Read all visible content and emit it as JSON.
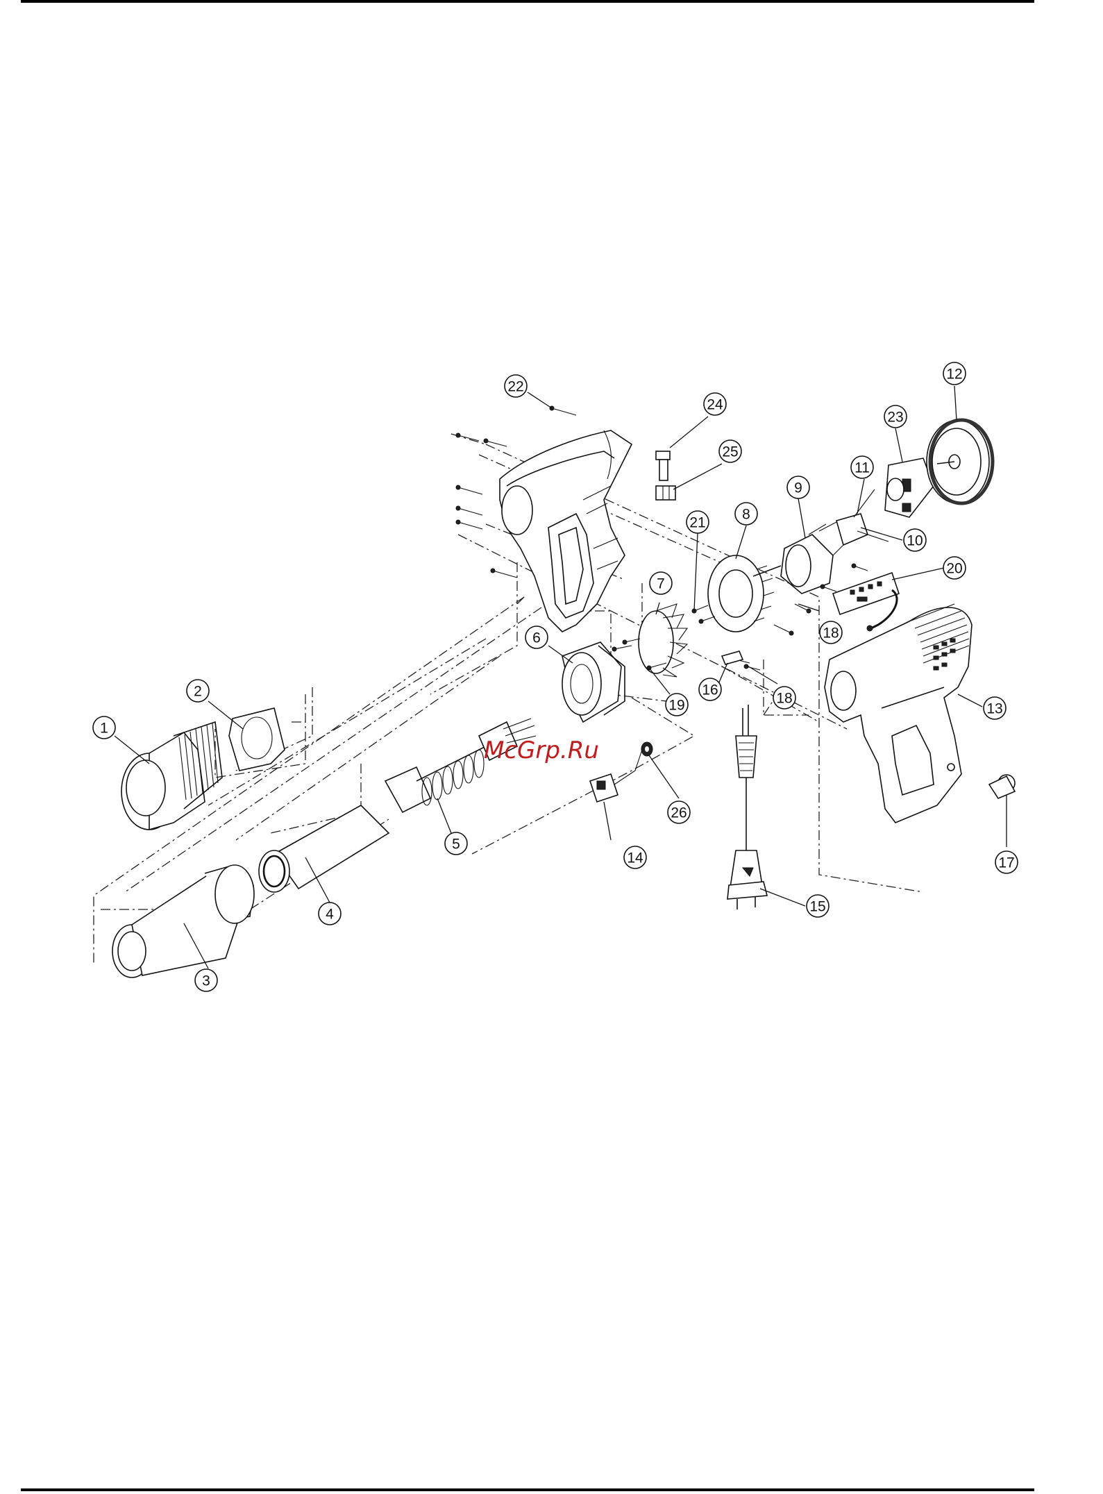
{
  "watermark": "McGrp.Ru",
  "callouts": [
    "1",
    "2",
    "3",
    "4",
    "5",
    "6",
    "7",
    "8",
    "9",
    "10",
    "11",
    "12",
    "13",
    "14",
    "15",
    "16",
    "17",
    "18",
    "18",
    "19",
    "20",
    "21",
    "22",
    "23",
    "24",
    "25",
    "26"
  ]
}
